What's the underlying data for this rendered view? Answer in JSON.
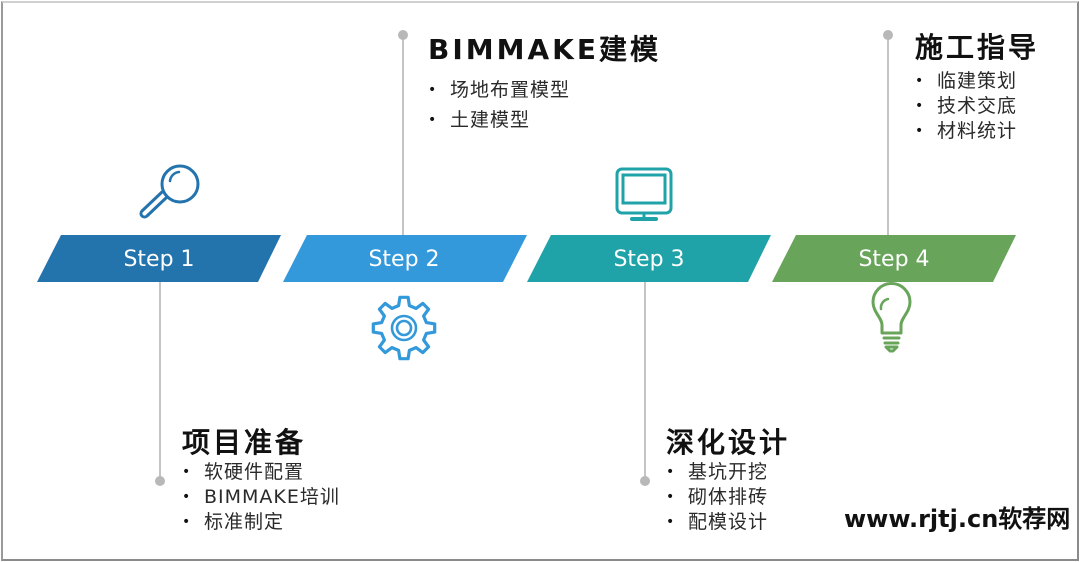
{
  "steps": [
    {
      "label": "Step 1",
      "color": "#2373ad",
      "icon": "magnifier-icon",
      "title": "项目准备",
      "items": [
        "软硬件配置",
        "BIMMAKE培训",
        "标准制定"
      ]
    },
    {
      "label": "Step 2",
      "color": "#3399db",
      "icon": "gear-icon",
      "title": "BIMMAKE建模",
      "items": [
        "场地布置模型",
        "土建模型"
      ]
    },
    {
      "label": "Step 3",
      "color": "#1fa3a9",
      "icon": "monitor-icon",
      "title": "深化设计",
      "items": [
        "基坑开挖",
        "砌体排砖",
        "配模设计"
      ]
    },
    {
      "label": "Step 4",
      "color": "#68a55a",
      "icon": "lightbulb-icon",
      "title": "施工指导",
      "items": [
        "临建策划",
        "技术交底",
        "材料统计"
      ]
    }
  ],
  "watermark": "www.rjtj.cn软荐网",
  "connector_color": "#bdbdbd"
}
